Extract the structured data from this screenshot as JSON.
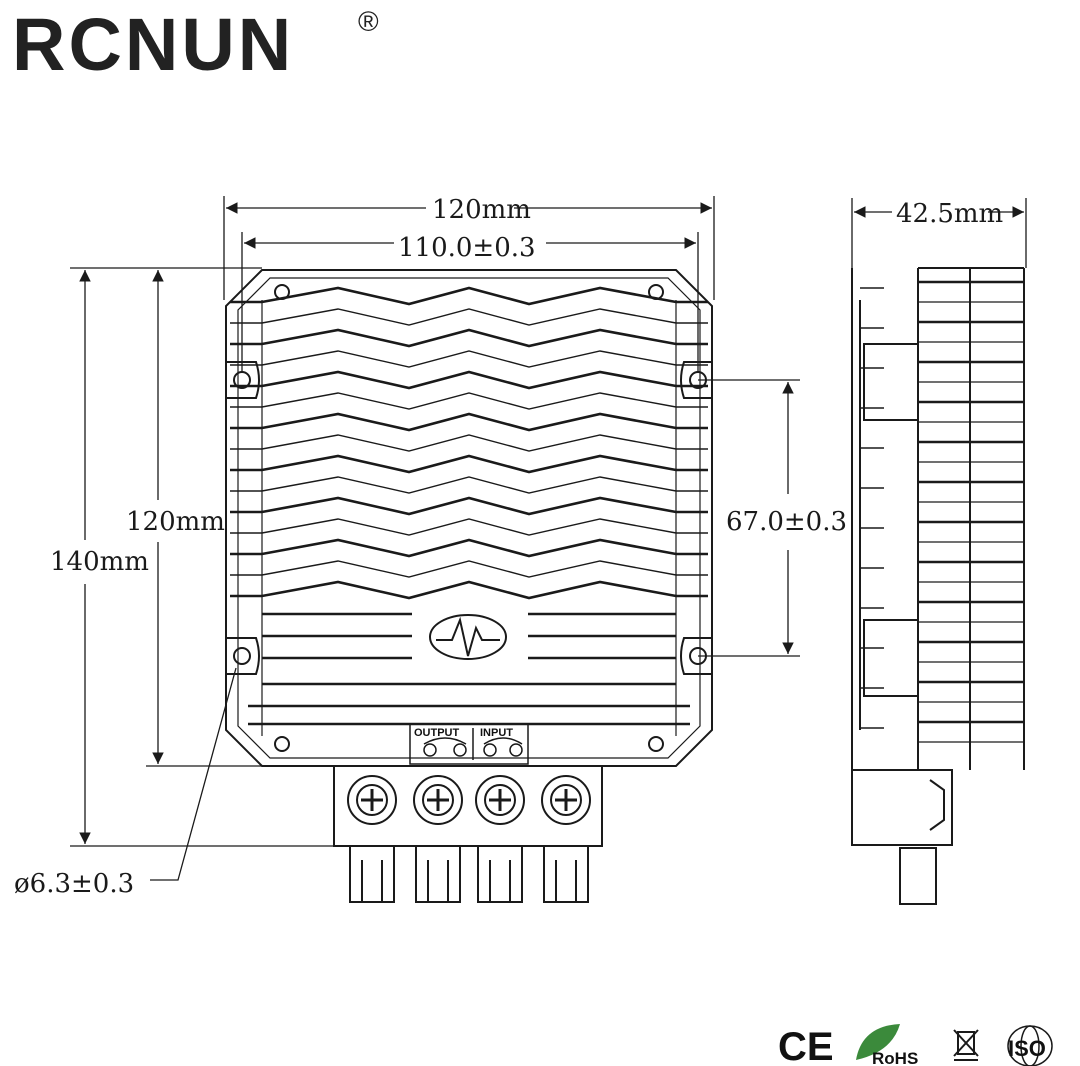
{
  "brand": {
    "name": "RCNUN",
    "mark": "®"
  },
  "dimensions": {
    "overall_width": "120mm",
    "hole_spacing_x": "110.0±0.3",
    "side_depth": "42.5mm",
    "inner_height": "120mm",
    "overall_height": "140mm",
    "hole_spacing_y": "67.0±0.3",
    "hole_diameter": "ø6.3±0.3"
  },
  "terminals": {
    "output_label": "OUTPUT",
    "input_label": "INPUT"
  },
  "certifications": [
    "CE",
    "RoHS",
    "WEEE",
    "ISO"
  ],
  "colors": {
    "ink": "#1a1a1a",
    "rohs_green": "#3b8a3b"
  }
}
